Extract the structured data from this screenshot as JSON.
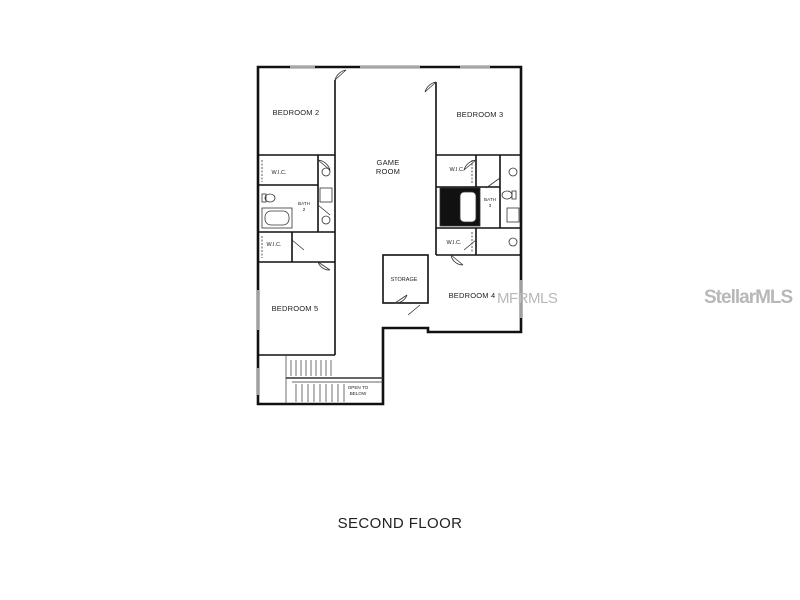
{
  "plan": {
    "caption": "SECOND FLOOR",
    "rooms": {
      "bedroom2": "BEDROOM 2",
      "bedroom3": "BEDROOM 3",
      "bedroom4": "BEDROOM 4",
      "bedroom5": "BEDROOM 5",
      "game_room_line1": "GAME",
      "game_room_line2": "ROOM",
      "storage": "STORAGE",
      "wic": "W.I.C.",
      "bath2_line1": "BATH",
      "bath2_line2": "2",
      "bath3_line1": "BATH",
      "bath3_line2": "3",
      "open_to_below_line1": "OPEN TO",
      "open_to_below_line2": "BELOW"
    }
  },
  "watermarks": {
    "mfrmls": "MFRMLS",
    "stellar": "StellarMLS"
  }
}
